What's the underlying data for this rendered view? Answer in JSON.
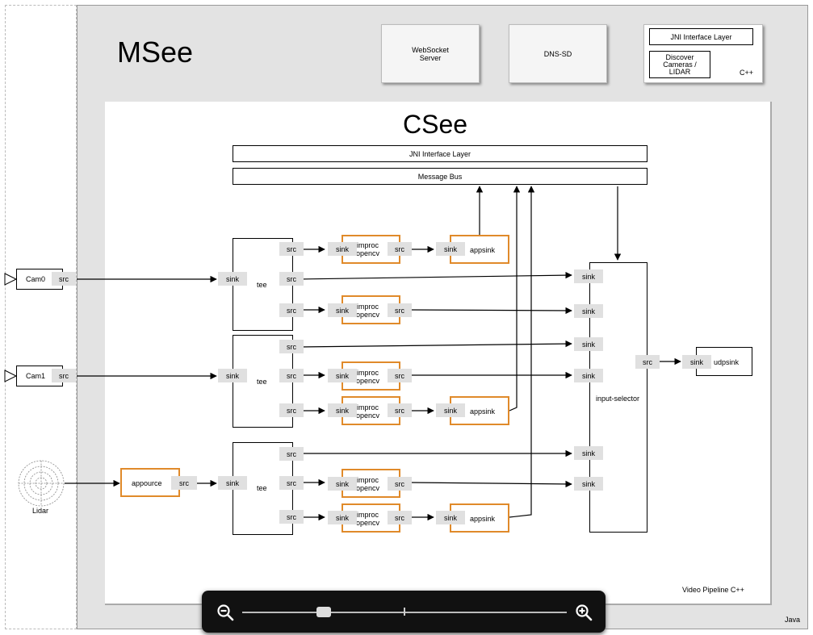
{
  "msee": {
    "title": "MSee",
    "footer": "Java"
  },
  "services": {
    "websocket": "WebSocket\nServer",
    "dnssd": "DNS-SD",
    "jni_top": "JNI Interface Layer",
    "discover": "Discover\nCameras /\nLIDAR",
    "cpp": "C++"
  },
  "csee": {
    "title": "CSee",
    "jni": "JNI Interface Layer",
    "bus": "Message Bus",
    "footer": "Video Pipeline C++"
  },
  "sources": {
    "cam0": "Cam0",
    "cam1": "Cam1",
    "lidar": "Lidar",
    "appsource": "appource"
  },
  "pads": {
    "src": "src",
    "sink": "sink"
  },
  "elements": {
    "tee": "tee",
    "improc": "improc\nopencv",
    "appsink": "appsink",
    "input_selector": "input-selector",
    "udpsink": "udpsink"
  },
  "zoombar": {
    "level": 0.25
  }
}
